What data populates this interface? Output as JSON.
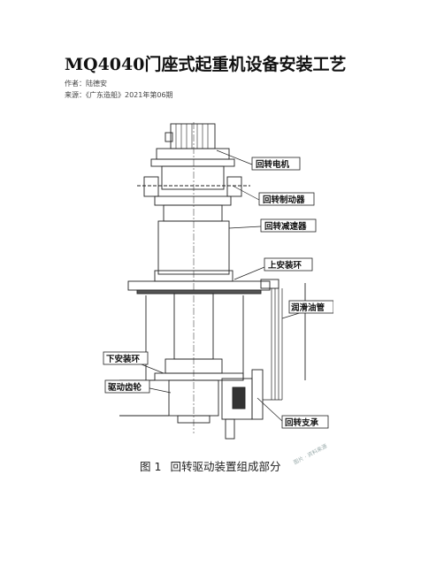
{
  "article": {
    "title": "MQ4040门座式起重机设备安装工艺",
    "author_label": "作者：",
    "author": "陆德安",
    "source_label": "来源：",
    "source": "《广东造船》2021年第06期"
  },
  "figure": {
    "labels": {
      "motor": "回转电机",
      "brake": "回转制动器",
      "reducer": "回转减速器",
      "upper_ring": "上安装环",
      "oil_pipe": "润滑油管",
      "lower_ring": "下安装环",
      "gear": "驱动齿轮",
      "bearing": "回转支承"
    },
    "caption_number": "图 1",
    "caption_text": "回转驱动装置组成部分",
    "watermark": "图片 · 资料来源"
  }
}
